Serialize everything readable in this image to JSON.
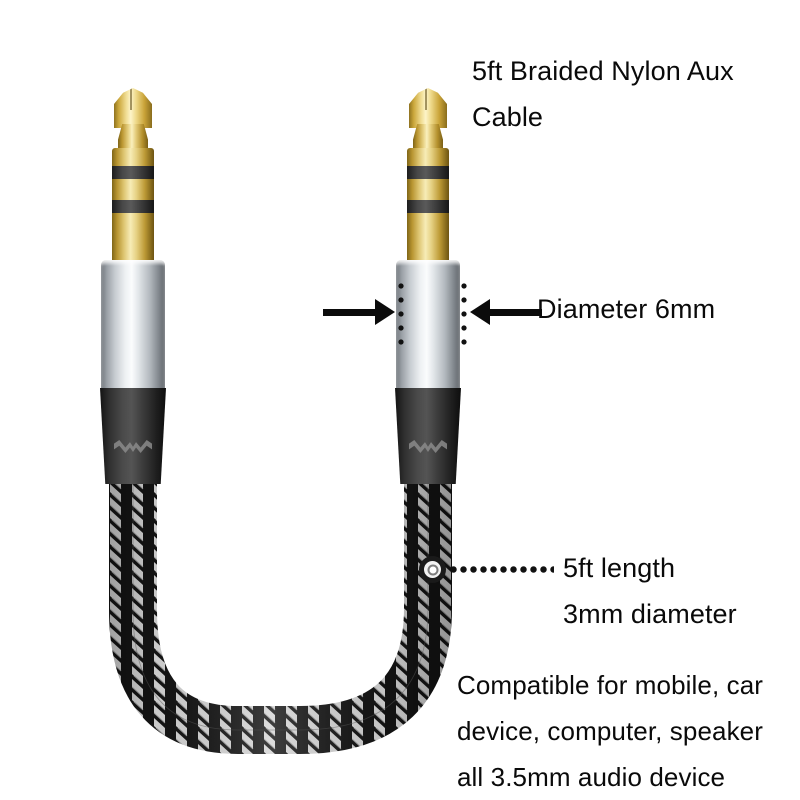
{
  "product": {
    "title_line1": "5ft Braided Nylon Aux",
    "title_line2": "Cable"
  },
  "annotations": {
    "diameter_connector": "Diameter 6mm",
    "cable_length": "5ft length",
    "cable_diameter": "3mm diameter",
    "compat_line1": "Compatible for mobile, car",
    "compat_line2": "device, computer, speaker",
    "compat_line3": "all 3.5mm audio device"
  },
  "watermark": {
    "text": ""
  },
  "colors": {
    "background": "#ffffff",
    "text": "#0a0a0a",
    "gold_plug": "#e6d181",
    "silver_barrel": "#e3e7ea",
    "black_boot": "#2f2f2f",
    "braid_dark": "#151515",
    "braid_light": "#d8d8d8",
    "arrow": "#0b0b0b"
  },
  "icons": {
    "arrow_left": "arrow-pointing-right-icon",
    "arrow_right": "arrow-pointing-left-icon",
    "marker": "circle-marker-icon",
    "logo": "wave-logo-icon"
  }
}
